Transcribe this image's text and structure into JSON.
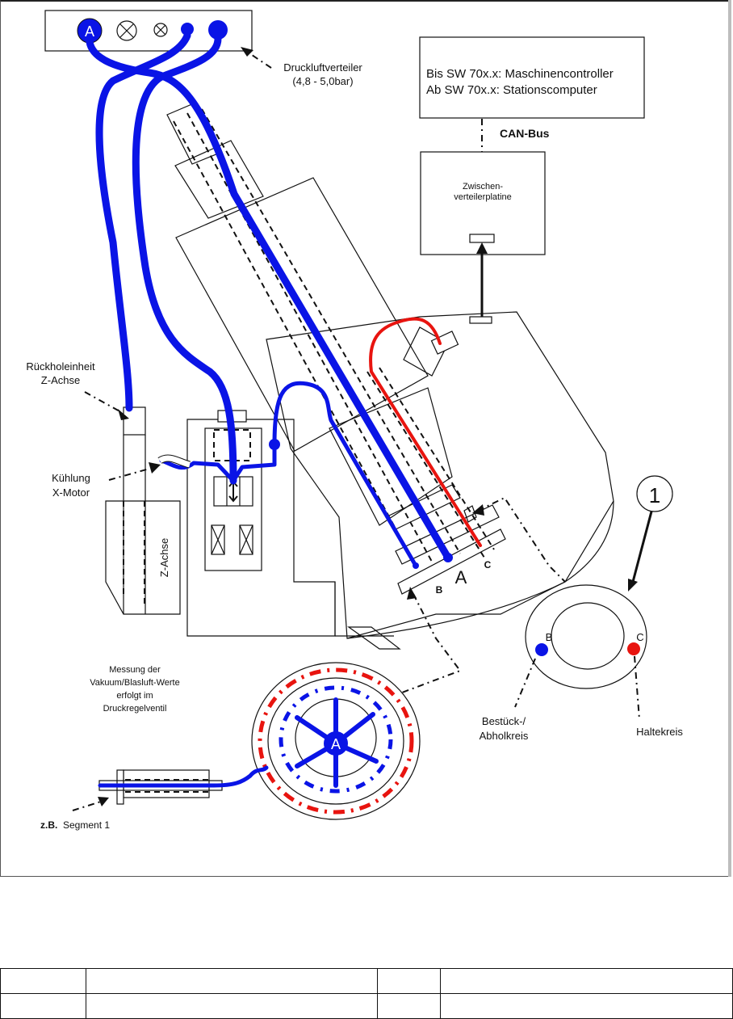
{
  "diagram": {
    "title": "Pneumatic / CAN-Bus connection diagram",
    "labels": {
      "druckluftverteiler": "Druckluftverteiler",
      "druck_range": "(4,8 -  5,0bar)",
      "controller_line1": "Bis SW 70x.x: Maschinencontroller",
      "controller_line2": "Ab SW 70x.x: Stationscomputer",
      "can_bus": "CAN-Bus",
      "zwischen_line1": "Zwischen-",
      "zwischen_line2": "verteilerplatine",
      "rueckhole_line1": "Rückholeinheit",
      "rueckhole_line2": "Z-Achse",
      "kuehlung_line1": "Kühlung",
      "kuehlung_line2": "X-Motor",
      "z_achse": "Z-Achse",
      "port_a": "A",
      "port_b": "B",
      "port_c": "C",
      "callout_number": "1",
      "ring_b": "B",
      "ring_c": "C",
      "bestueck_line1": "Bestück-/",
      "bestueck_line2": "Abholkreis",
      "haltekreis": "Haltekreis",
      "messung_line1": "Messung der",
      "messung_line2": "Vakuum/Blasluft-Werte",
      "messung_line3": "erfolgt im",
      "messung_line4": "Druckregelventil",
      "segment_prefix": "z.B.",
      "segment_label": "Segment 1",
      "hub_a": "A",
      "manifold_a": "A"
    },
    "colors": {
      "vacuum_blue": "#0a14e6",
      "holding_red": "#e8140f"
    }
  },
  "footer_table": {
    "rows": [
      [
        "",
        "",
        "",
        ""
      ],
      [
        "",
        "",
        "",
        ""
      ]
    ]
  }
}
